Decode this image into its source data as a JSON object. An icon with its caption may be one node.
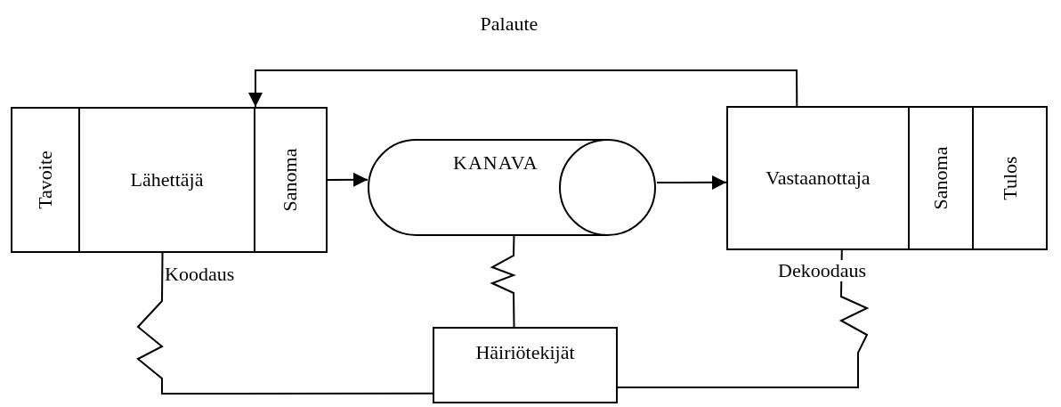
{
  "diagram": {
    "nodes": [
      {
        "text": [
          "Tavoite"
        ]
      },
      {
        "text": [
          "Lähettäjä"
        ]
      },
      {
        "text": [
          "Sanoma"
        ]
      },
      {
        "text": [
          "KANAVA"
        ]
      },
      {
        "text": [
          "Vastaanottaja"
        ]
      },
      {
        "text": [
          "Sanoma"
        ]
      },
      {
        "text": [
          "Tulos"
        ]
      },
      {
        "text": [
          "Häiriötekijät"
        ]
      }
    ],
    "edges": [
      {
        "from": 2,
        "to": 3,
        "arrow": "to"
      },
      {
        "from": 3,
        "to": 4,
        "arrow": "to"
      },
      {
        "from": 4,
        "to": 1,
        "arrow": "to"
      },
      {
        "from": 1,
        "to": 7,
        "arrow": "none",
        "label": "Koodaus"
      },
      {
        "from": 3,
        "to": 7,
        "arrow": "none"
      },
      {
        "from": 4,
        "to": 7,
        "arrow": "none",
        "label": "Dekoodaus"
      }
    ],
    "labels": [
      "Palaute"
    ]
  }
}
